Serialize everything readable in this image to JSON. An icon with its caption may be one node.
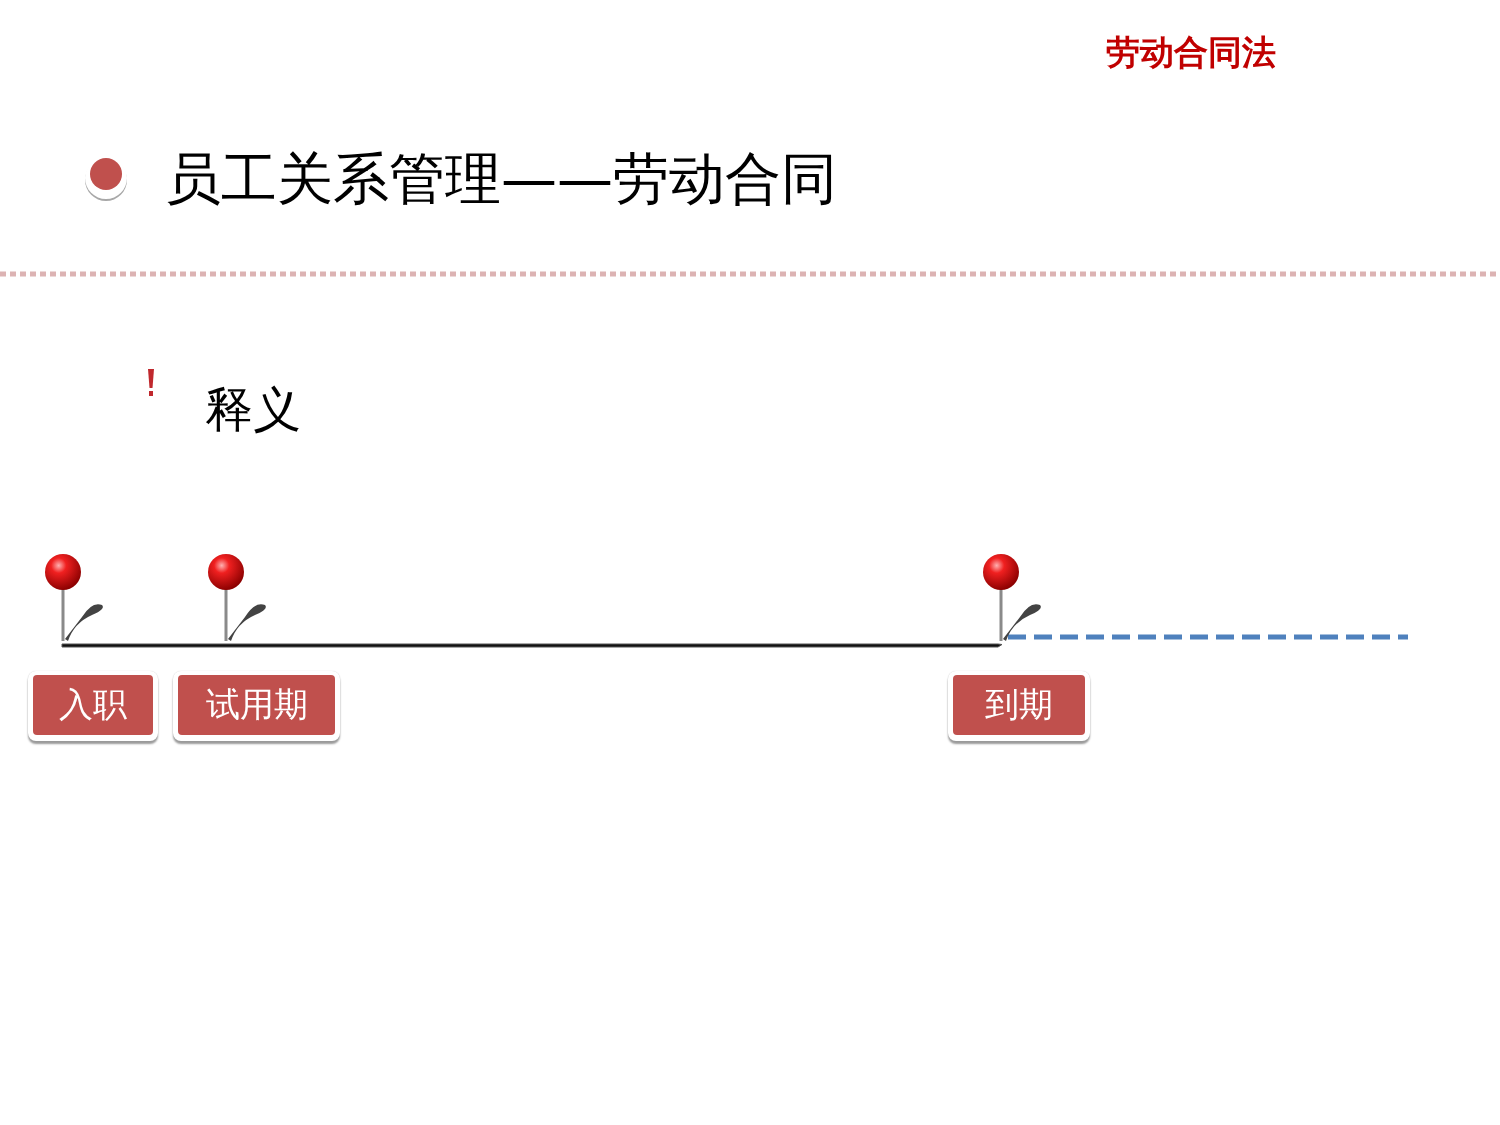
{
  "diagram": {
    "title": "员工关系管理——劳动合同",
    "nodes": [
      {
        "text": [
          "入职"
        ]
      },
      {
        "text": [
          "试用期"
        ]
      },
      {
        "text": [
          "到期"
        ]
      }
    ],
    "labels": [
      "劳动合同法",
      "释义"
    ]
  }
}
